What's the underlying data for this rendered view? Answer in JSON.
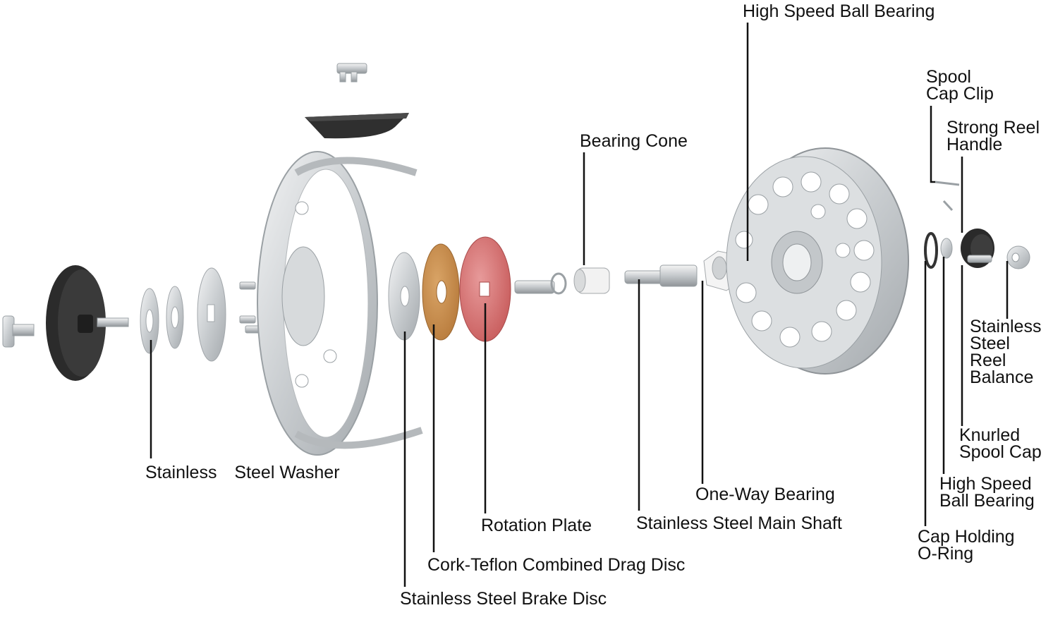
{
  "colors": {
    "background": "#ffffff",
    "leader": "#111111",
    "label_text": "#111111",
    "silver": "#cfd3d6",
    "silver_dark": "#9aa0a4",
    "black_part": "#2a2a2a",
    "cork": "#c48a4a",
    "rotation_plate": "#d36a6a"
  },
  "labels": {
    "stainless_steel_washer": {
      "part1": "Stainless",
      "part2": "Steel Washer"
    },
    "rotation_plate": "Rotation Plate",
    "cork_teflon_disc": "Cork-Teflon Combined Drag Disc",
    "brake_disc": "Stainless Steel Brake Disc",
    "bearing_cone": "Bearing Cone",
    "high_speed_ball_bearing_top": "High Speed Ball Bearing",
    "one_way_bearing": "One-Way Bearing",
    "main_shaft": "Stainless Steel Main Shaft",
    "spool_cap_clip": {
      "line1": "Spool",
      "line2": "Cap Clip"
    },
    "strong_reel_handle": {
      "line1": "Strong Reel",
      "line2": "Handle"
    },
    "reel_balance": {
      "line1": "Stainless",
      "line2": "Steel",
      "line3": "Reel",
      "line4": "Balance"
    },
    "knurled_spool_cap": {
      "line1": "Knurled",
      "line2": "Spool Cap"
    },
    "high_speed_ball_bearing_right": {
      "line1": "High Speed",
      "line2": "Ball Bearing"
    },
    "cap_holding_oring": {
      "line1": "Cap Holding",
      "line2": "O-Ring"
    }
  }
}
